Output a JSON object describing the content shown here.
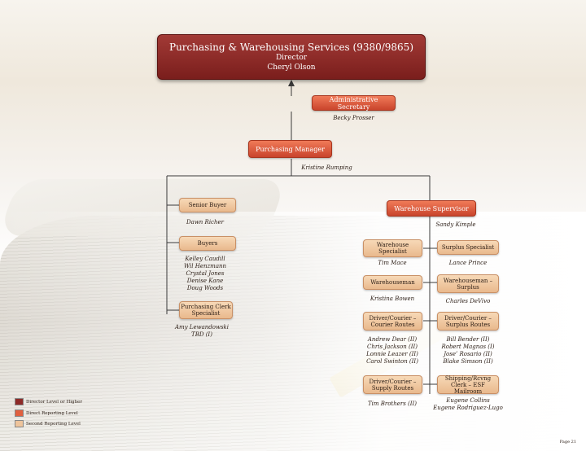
{
  "director": {
    "title": "Purchasing & Warehousing Services (9380/9865)",
    "role": "Director",
    "name": "Cheryl Olson"
  },
  "admin": {
    "title": "Administrative Secretary",
    "name": "Becky Prosser"
  },
  "manager": {
    "title": "Purchasing Manager",
    "name": "Kristine Rumping"
  },
  "senior_buyer": {
    "title": "Senior Buyer",
    "name": "Dawn Richer"
  },
  "warehouse_supervisor": {
    "title": "Warehouse Supervisor",
    "name": "Sandy Kimple"
  },
  "buyers": {
    "title": "Buyers",
    "names": [
      "Kelley Caudill",
      "Wil Henzmann",
      "Crystal Jones",
      "Denise Kane",
      "Doug Woods"
    ]
  },
  "clerk": {
    "title_line1": "Purchasing Clerk",
    "title_line2": "Specialist",
    "names": [
      "Amy Lewandowski",
      "TBD (I)"
    ]
  },
  "warehouse_specialist": {
    "title_line1": "Warehouse",
    "title_line2": "Specialist",
    "name": "Tim Mace"
  },
  "surplus_specialist": {
    "title": "Surplus Specialist",
    "name": "Lance Prince"
  },
  "warehouseman": {
    "title": "Warehouseman",
    "name": "Kristina Bowen"
  },
  "warehouseman_surplus": {
    "title_line1": "Warehouseman –",
    "title_line2": "Surplus",
    "name": "Charles DeVivo"
  },
  "courier_routes": {
    "title_line1": "Driver/Courier –",
    "title_line2": "Courier Routes",
    "names": [
      "Andrew Dear (II)",
      "Chris Jackson (II)",
      "Lonnie Leazer (II)",
      "Carol Swinton (II)"
    ]
  },
  "surplus_routes": {
    "title_line1": "Driver/Courier –",
    "title_line2": "Surplus Routes",
    "names": [
      "Bill Bender (II)",
      "Robert Magnas (I)",
      "Jose’ Rosario (II)",
      "Blake Simson (II)"
    ]
  },
  "supply_routes": {
    "title_line1": "Driver/Courier –",
    "title_line2": "Supply Routes",
    "name": "Tim Brothers (II)"
  },
  "shipping": {
    "title_line1": "Shipping/Rcvng",
    "title_line2": "Clerk – ESF Mailroom",
    "names": [
      "Eugene Collins",
      "Eugene Rodriguez-Lugo"
    ]
  },
  "legend": {
    "items": [
      {
        "label": "Director Level or Higher",
        "color": "#8e2a28"
      },
      {
        "label": "Direct Reporting Level",
        "color": "#e0603f"
      },
      {
        "label": "Second Reporting Level",
        "color": "#eec49c"
      }
    ]
  },
  "page": "Page 21"
}
